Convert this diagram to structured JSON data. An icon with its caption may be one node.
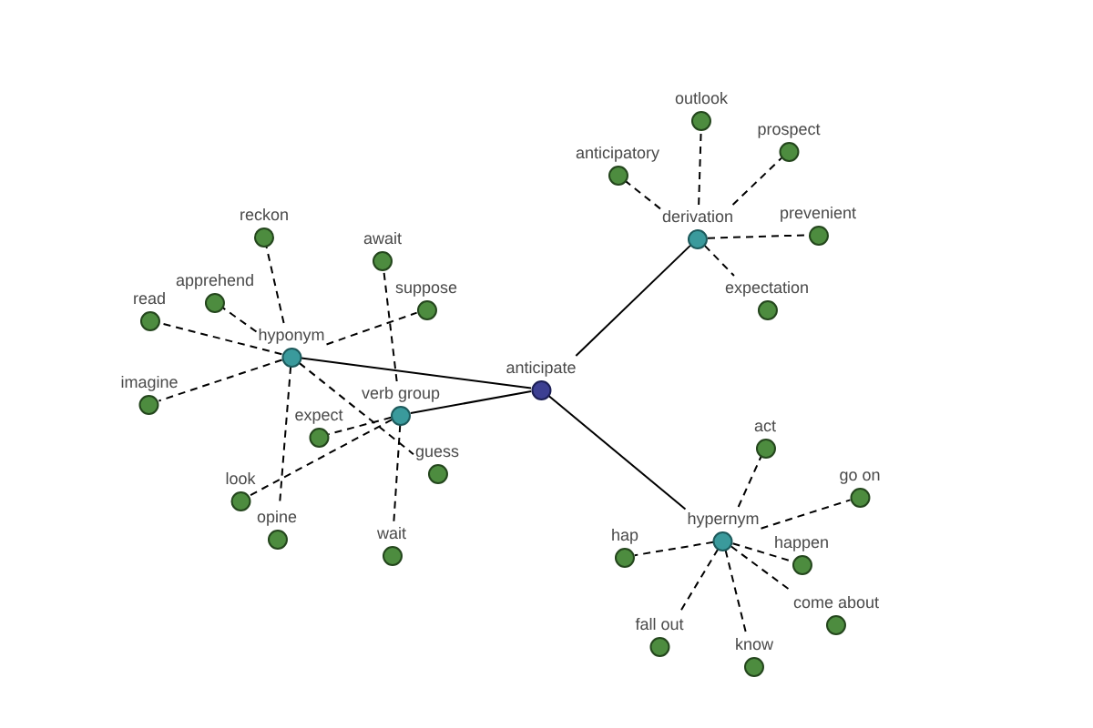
{
  "diagram": {
    "nodes": [
      {
        "text": [
          "anticipate"
        ]
      },
      {
        "text": [
          "hyponym"
        ]
      },
      {
        "text": [
          "reckon"
        ]
      },
      {
        "text": [
          "apprehend"
        ]
      },
      {
        "text": [
          "read"
        ]
      },
      {
        "text": [
          "suppose"
        ]
      },
      {
        "text": [
          "imagine"
        ]
      },
      {
        "text": [
          "guess"
        ]
      },
      {
        "text": [
          "opine"
        ]
      },
      {
        "text": [
          "verb group"
        ]
      },
      {
        "text": [
          "await"
        ]
      },
      {
        "text": [
          "expect"
        ]
      },
      {
        "text": [
          "look"
        ]
      },
      {
        "text": [
          "wait"
        ]
      },
      {
        "text": [
          "derivation"
        ]
      },
      {
        "text": [
          "anticipatory"
        ]
      },
      {
        "text": [
          "outlook"
        ]
      },
      {
        "text": [
          "prospect"
        ]
      },
      {
        "text": [
          "prevenient"
        ]
      },
      {
        "text": [
          "expectation"
        ]
      },
      {
        "text": [
          "hypernym"
        ]
      },
      {
        "text": [
          "act"
        ]
      },
      {
        "text": [
          "go on"
        ]
      },
      {
        "text": [
          "happen"
        ]
      },
      {
        "text": [
          "come about"
        ]
      },
      {
        "text": [
          "know"
        ]
      },
      {
        "text": [
          "fall out"
        ]
      },
      {
        "text": [
          "hap"
        ]
      }
    ],
    "edges": [
      {
        "from": 0,
        "to": 1,
        "arrow": "none"
      },
      {
        "from": 0,
        "to": 9,
        "arrow": "none"
      },
      {
        "from": 0,
        "to": 14,
        "arrow": "none"
      },
      {
        "from": 0,
        "to": 20,
        "arrow": "none"
      },
      {
        "from": 1,
        "to": 2,
        "arrow": "none",
        "style": "dashed"
      },
      {
        "from": 1,
        "to": 3,
        "arrow": "none",
        "style": "dashed"
      },
      {
        "from": 1,
        "to": 4,
        "arrow": "none",
        "style": "dashed"
      },
      {
        "from": 1,
        "to": 5,
        "arrow": "none",
        "style": "dashed"
      },
      {
        "from": 1,
        "to": 6,
        "arrow": "none",
        "style": "dashed"
      },
      {
        "from": 1,
        "to": 7,
        "arrow": "none",
        "style": "dashed"
      },
      {
        "from": 1,
        "to": 8,
        "arrow": "none",
        "style": "dashed"
      },
      {
        "from": 9,
        "to": 10,
        "arrow": "none",
        "style": "dashed"
      },
      {
        "from": 9,
        "to": 11,
        "arrow": "none",
        "style": "dashed"
      },
      {
        "from": 9,
        "to": 12,
        "arrow": "none",
        "style": "dashed"
      },
      {
        "from": 9,
        "to": 13,
        "arrow": "none",
        "style": "dashed"
      },
      {
        "from": 14,
        "to": 15,
        "arrow": "none",
        "style": "dashed"
      },
      {
        "from": 14,
        "to": 16,
        "arrow": "none",
        "style": "dashed"
      },
      {
        "from": 14,
        "to": 17,
        "arrow": "none",
        "style": "dashed"
      },
      {
        "from": 14,
        "to": 18,
        "arrow": "none",
        "style": "dashed"
      },
      {
        "from": 14,
        "to": 19,
        "arrow": "none",
        "style": "dashed"
      },
      {
        "from": 20,
        "to": 21,
        "arrow": "none",
        "style": "dashed"
      },
      {
        "from": 20,
        "to": 22,
        "arrow": "none",
        "style": "dashed"
      },
      {
        "from": 20,
        "to": 23,
        "arrow": "none",
        "style": "dashed"
      },
      {
        "from": 20,
        "to": 24,
        "arrow": "none",
        "style": "dashed"
      },
      {
        "from": 20,
        "to": 25,
        "arrow": "none",
        "style": "dashed"
      },
      {
        "from": 20,
        "to": 26,
        "arrow": "none",
        "style": "dashed"
      },
      {
        "from": 20,
        "to": 27,
        "arrow": "none",
        "style": "dashed"
      }
    ]
  }
}
